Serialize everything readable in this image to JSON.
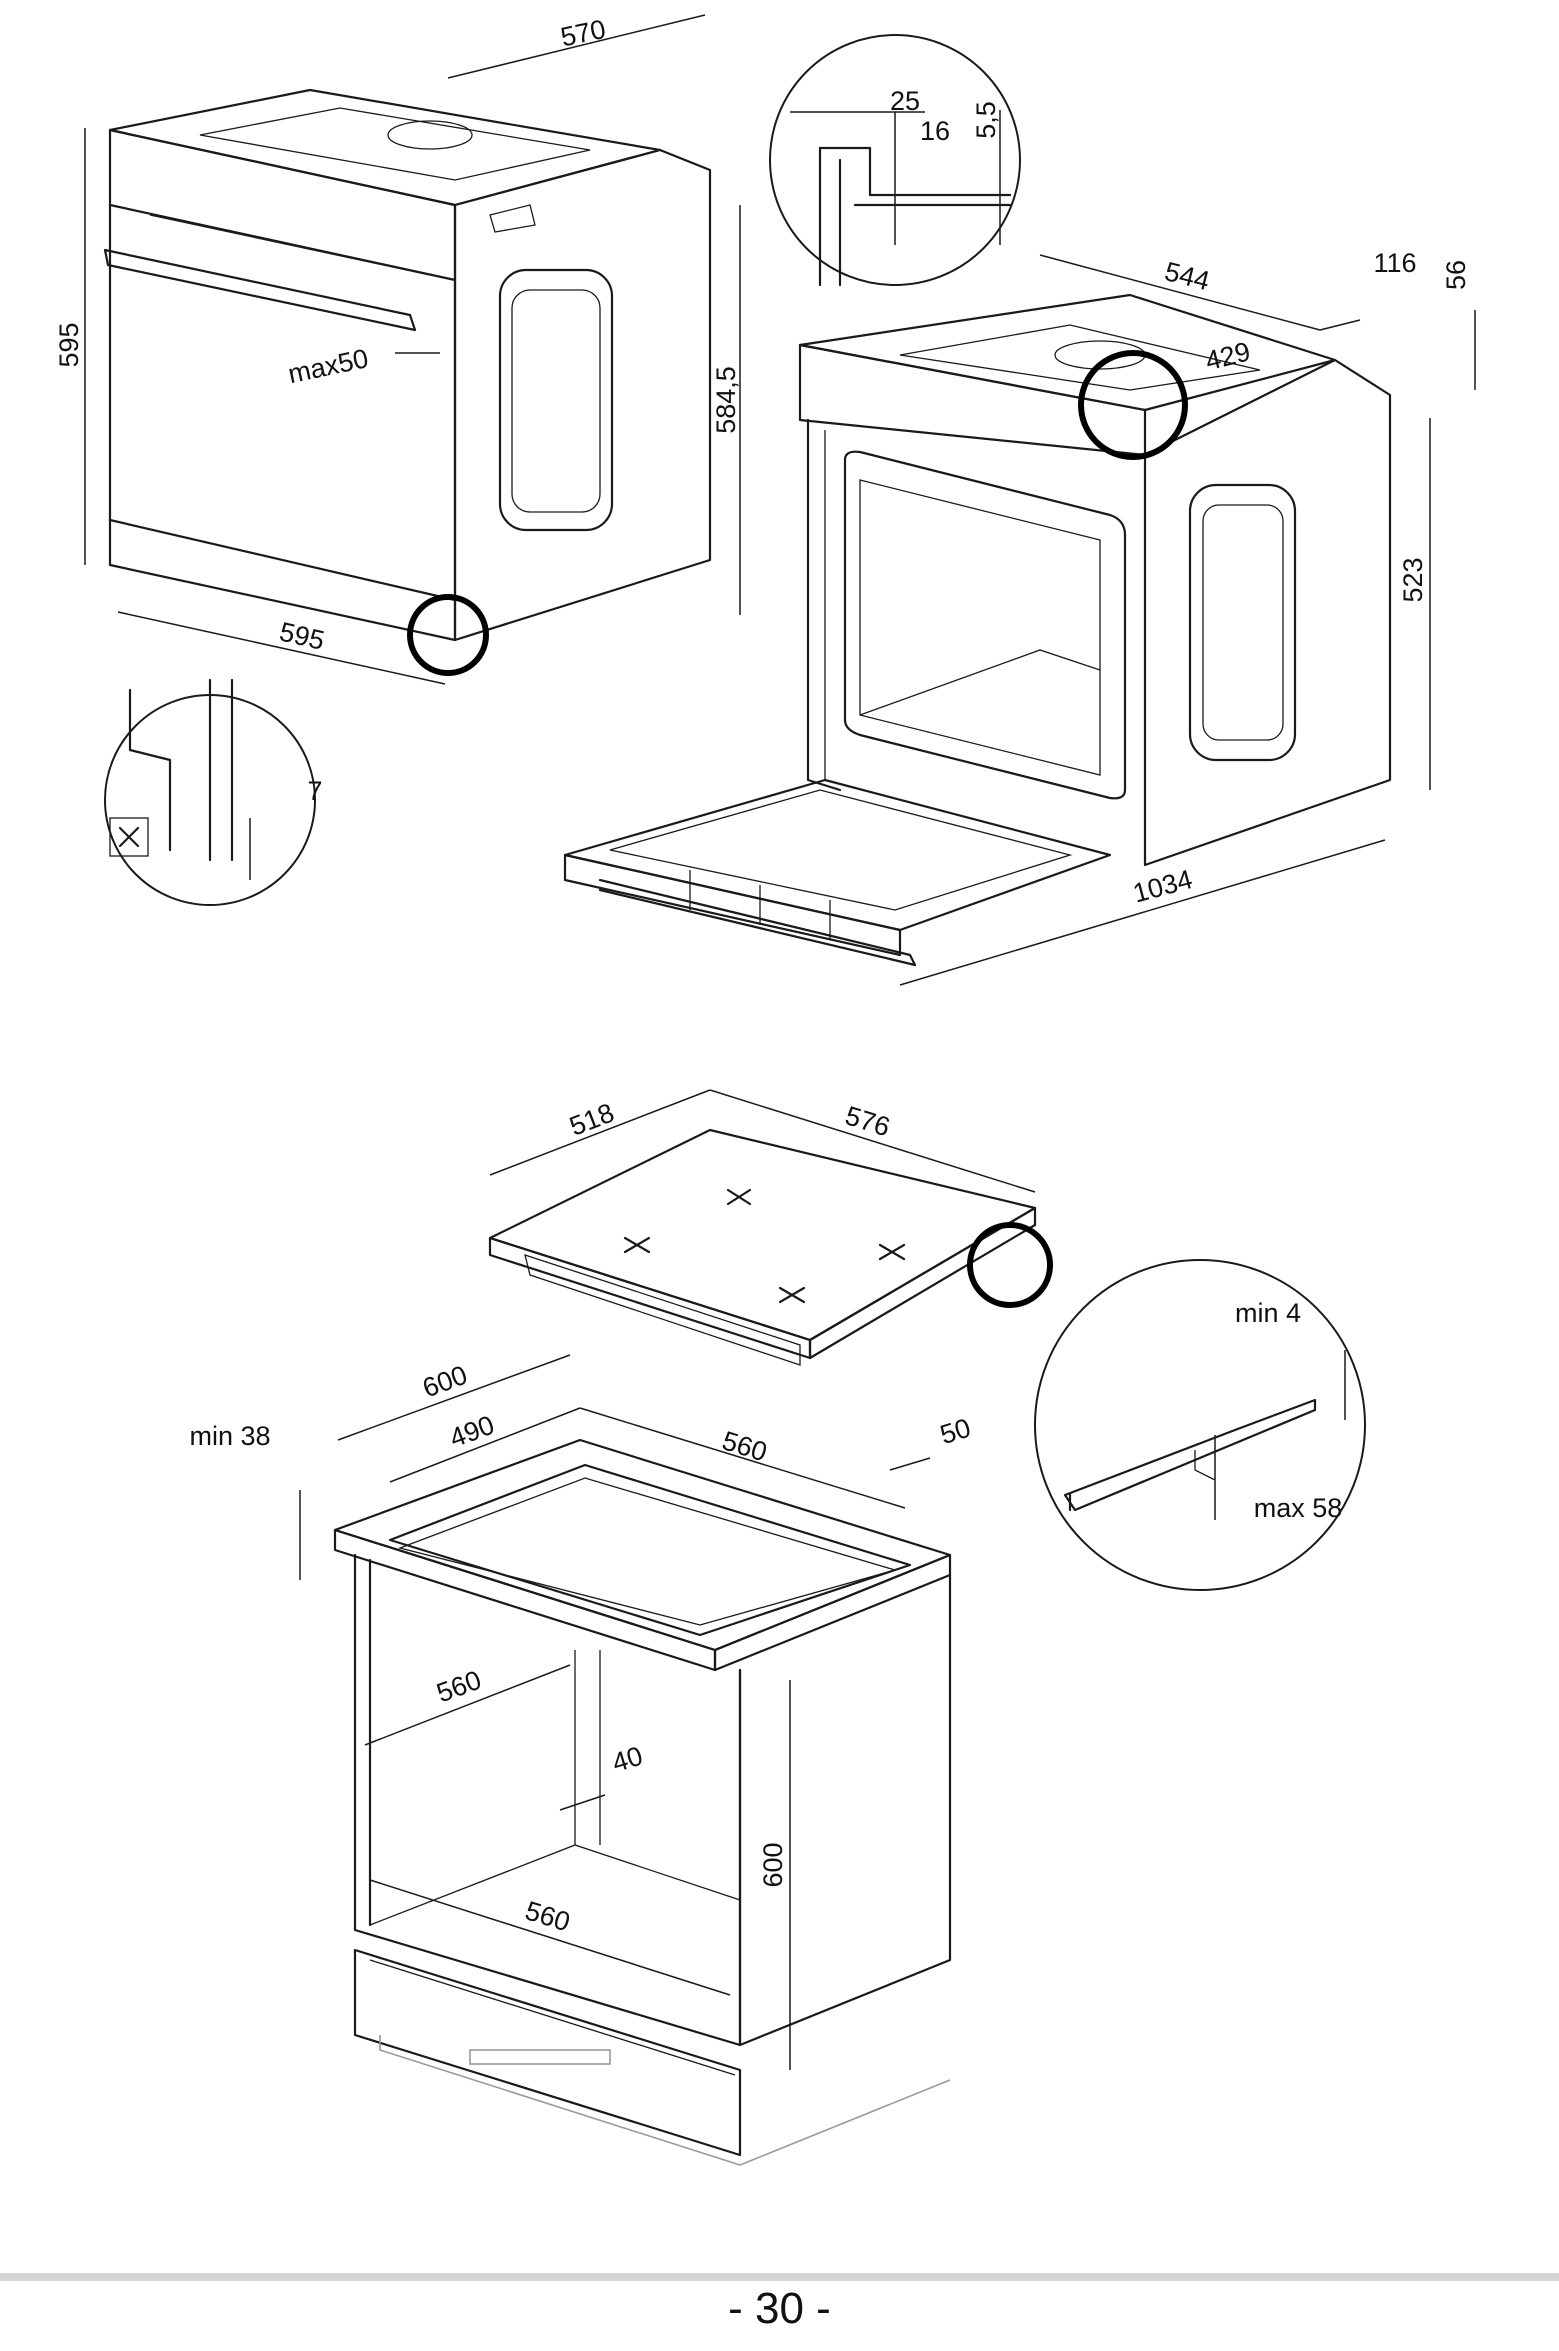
{
  "oven": {
    "width": "595",
    "depth": "570",
    "height": "595",
    "body_height": "584,5",
    "handle_clearance": "max50",
    "foot": "7"
  },
  "oven_open": {
    "inner_depth": "544",
    "lip": "116",
    "top_offset": "56",
    "top_width": "429",
    "inner_height": "523",
    "open_depth": "1034"
  },
  "oven_detail": {
    "d25": "25",
    "d16": "16",
    "d55": "5,5"
  },
  "hob": {
    "depth": "518",
    "width": "576"
  },
  "hob_detail": {
    "min_gap": "min 4",
    "max_depth": "max 58"
  },
  "cabinet": {
    "counter_depth": "600",
    "cutout_depth": "490",
    "cutout_width": "560",
    "back_gap": "50",
    "counter_thickness": "min 38",
    "inner_depth": "560",
    "rear_gap": "40",
    "niche_height": "600",
    "niche_width": "560"
  },
  "footer": {
    "page_number": "- 30 -"
  }
}
